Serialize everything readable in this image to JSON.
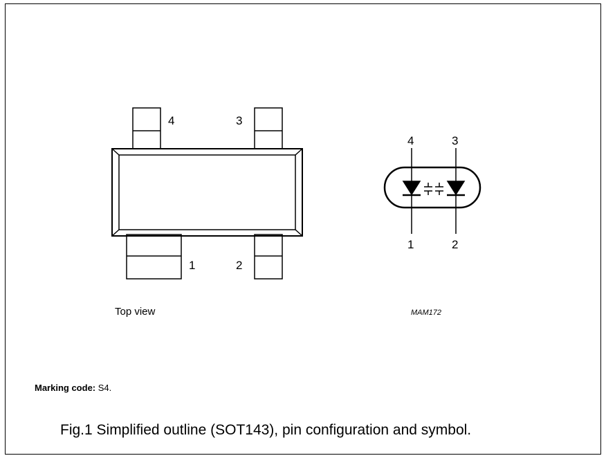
{
  "outline": {
    "pin_labels": [
      "4",
      "3",
      "1",
      "2"
    ],
    "view_label": "Top view"
  },
  "symbol": {
    "pin_labels": [
      "4",
      "3",
      "1",
      "2"
    ],
    "drawing_code": "MAM172"
  },
  "marking": {
    "label": "Marking code:",
    "value": "S4."
  },
  "caption": "Fig.1  Simplified outline (SOT143), pin configuration and symbol."
}
